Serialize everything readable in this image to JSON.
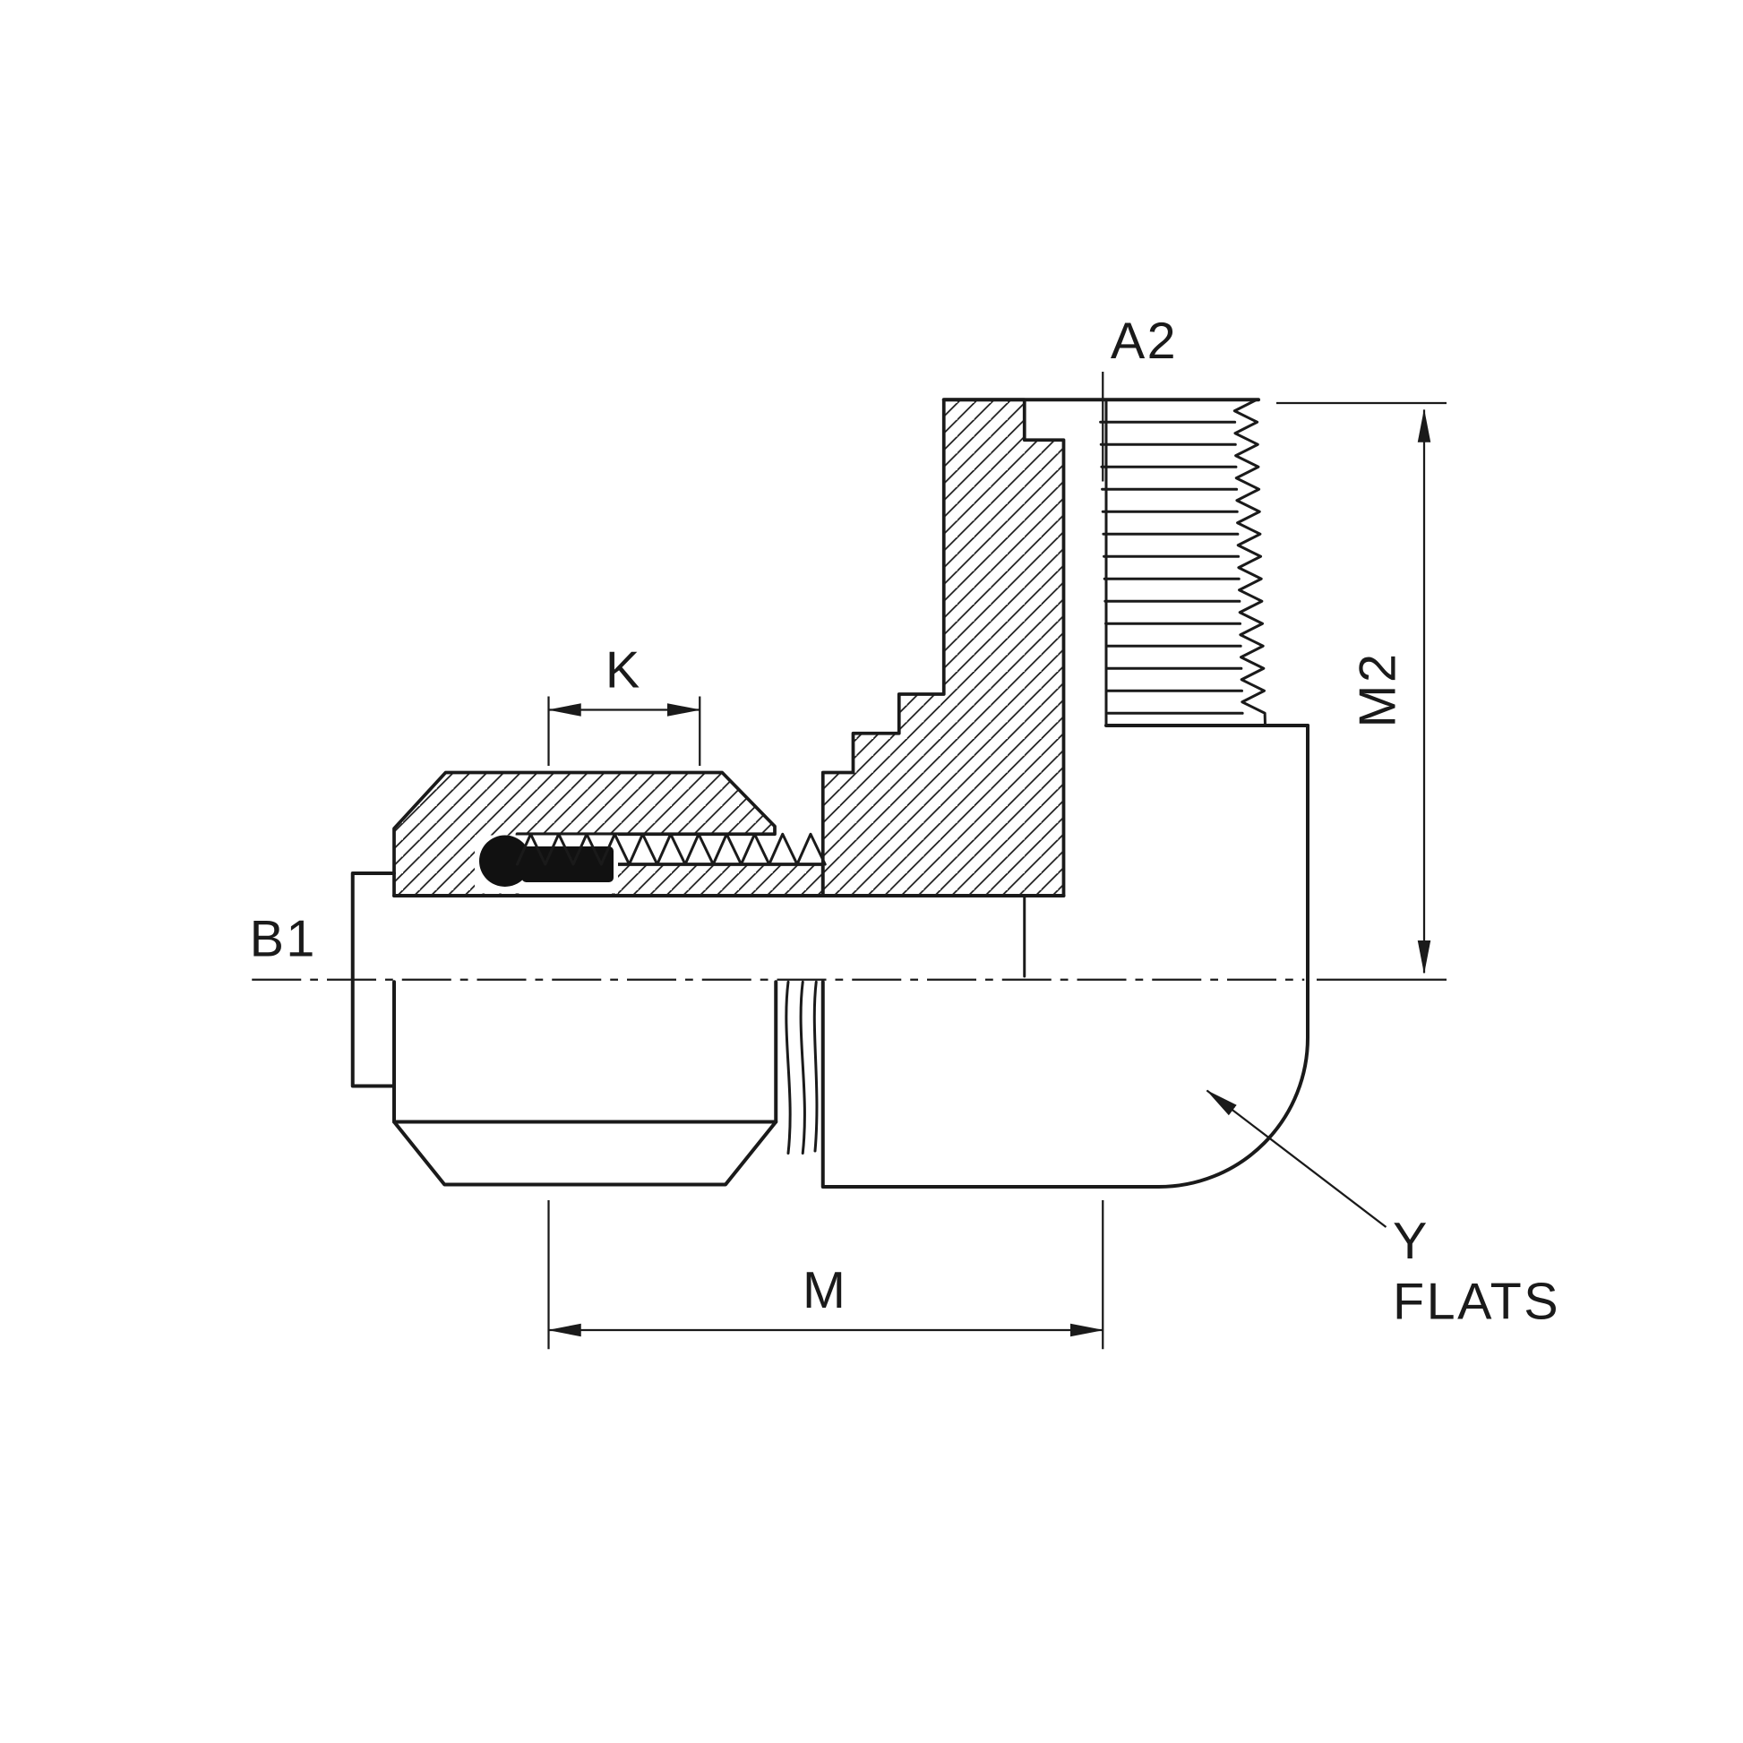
{
  "drawing": {
    "labels": {
      "a2": "A2",
      "m2": "M2",
      "k": "K",
      "b1": "B1",
      "m": "M",
      "y": "Y",
      "flats": "FLATS"
    },
    "colors": {
      "line": "#1a1a1a",
      "background": "#ffffff"
    }
  }
}
